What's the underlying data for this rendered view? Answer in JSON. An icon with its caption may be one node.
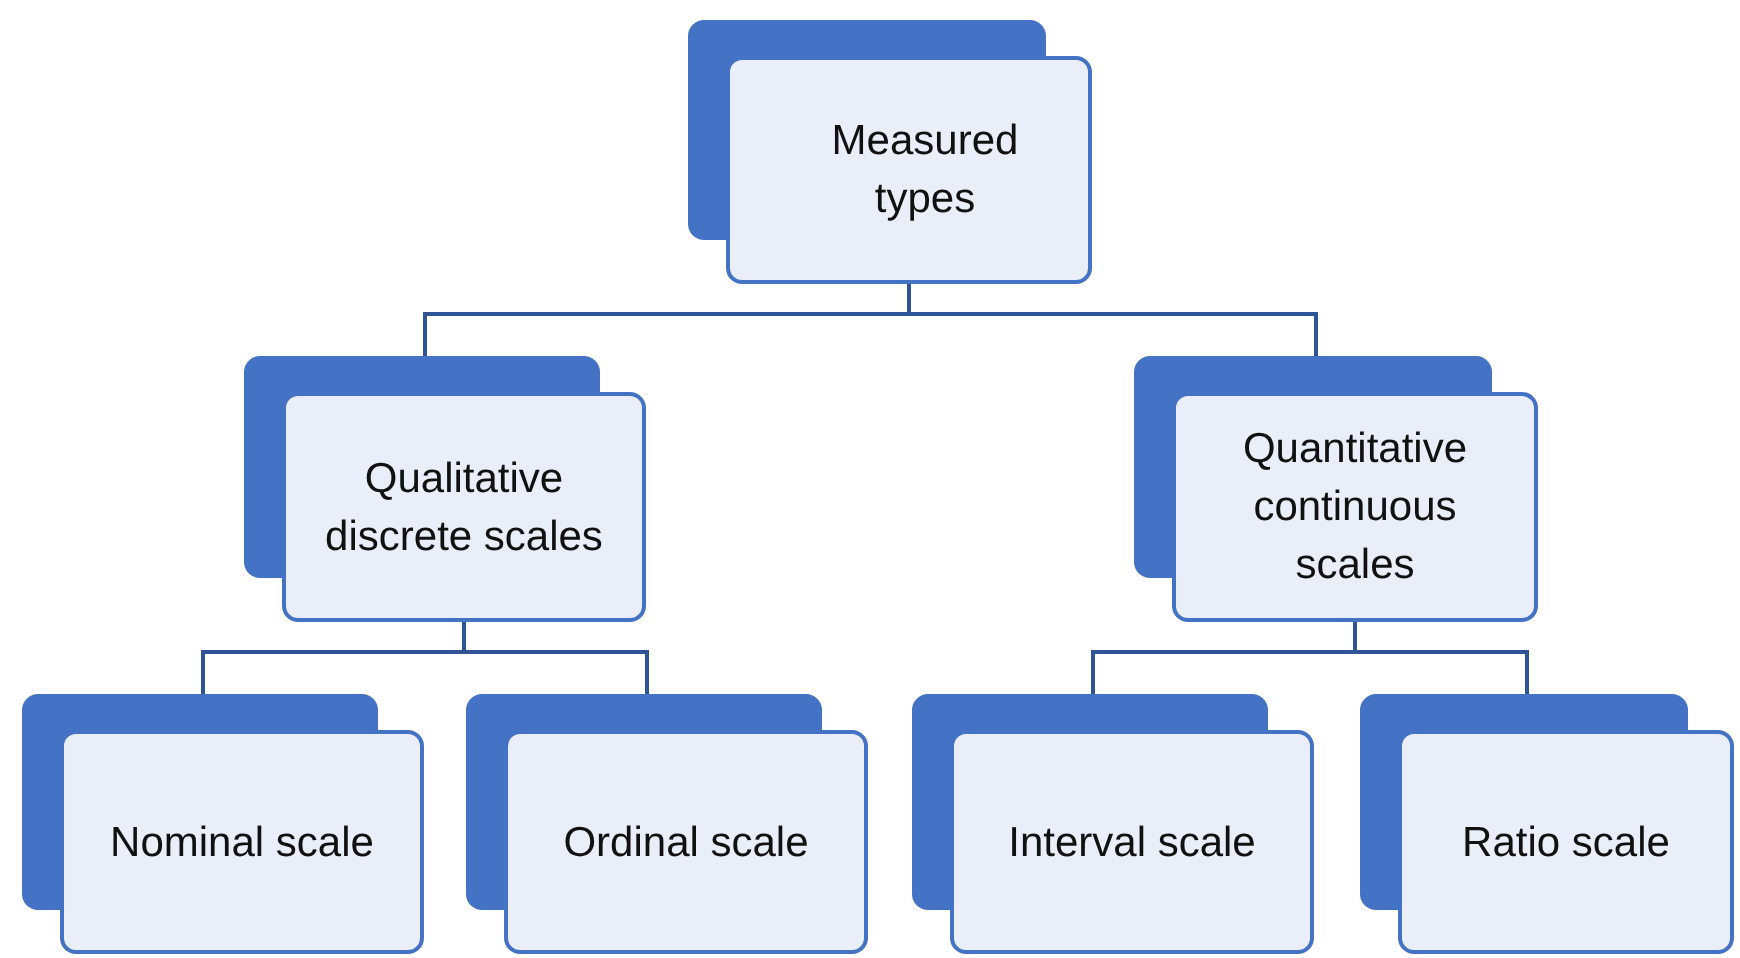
{
  "diagram": {
    "nodes": [
      {
        "text": [
          "Measured types"
        ]
      },
      {
        "text": [
          "Qualitative discrete scales"
        ]
      },
      {
        "text": [
          "Quantitative continuous scales"
        ]
      },
      {
        "text": [
          "Nominal scale"
        ]
      },
      {
        "text": [
          "Ordinal scale"
        ]
      },
      {
        "text": [
          "Interval scale"
        ]
      },
      {
        "text": [
          "Ratio scale"
        ]
      }
    ],
    "edges": [
      {
        "from": 0,
        "to": 1,
        "arrow": "none"
      },
      {
        "from": 0,
        "to": 2,
        "arrow": "none"
      },
      {
        "from": 1,
        "to": 3,
        "arrow": "none"
      },
      {
        "from": 1,
        "to": 4,
        "arrow": "none"
      },
      {
        "from": 2,
        "to": 5,
        "arrow": "none"
      },
      {
        "from": 2,
        "to": 6,
        "arrow": "none"
      }
    ]
  }
}
